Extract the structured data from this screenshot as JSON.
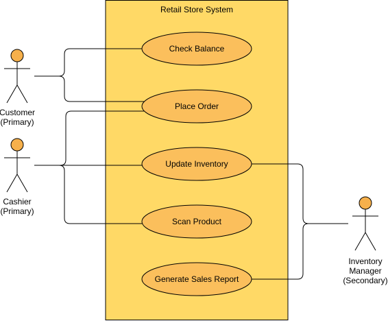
{
  "colors": {
    "system_fill": "#ffd966",
    "actor_fill": "#f6b04b",
    "usecase_fill": "#fbbf5c",
    "stroke": "#000000"
  },
  "system": {
    "title": "Retail Store System"
  },
  "actors": {
    "customer": {
      "line1": "Customer",
      "line2": "(Primary)"
    },
    "cashier": {
      "line1": "Cashier",
      "line2": "(Primary)"
    },
    "inventory_manager": {
      "line1": "Inventory",
      "line2": "Manager",
      "line3": "(Secondary)"
    }
  },
  "use_cases": {
    "check_balance": "Check Balance",
    "place_order": "Place Order",
    "update_inventory": "Update Inventory",
    "scan_product": "Scan Product",
    "generate_sales_report": "Generate Sales Report"
  }
}
